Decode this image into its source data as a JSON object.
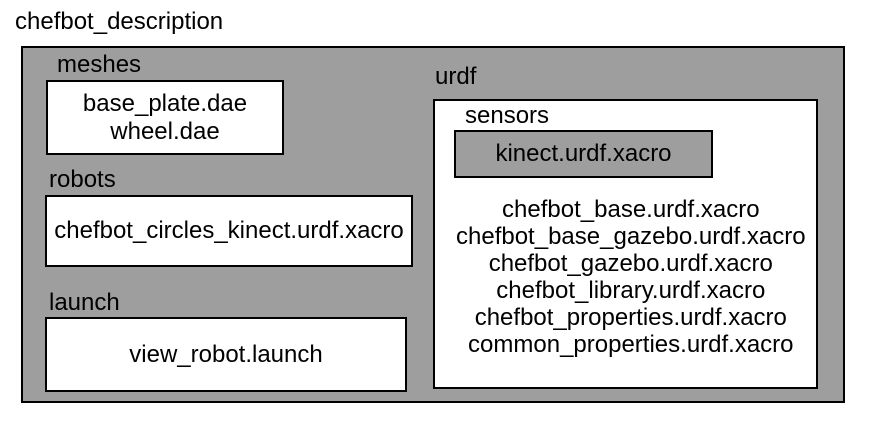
{
  "diagram": {
    "title": "chefbot_description",
    "folders": {
      "meshes": {
        "label": "meshes",
        "files": [
          "base_plate.dae",
          "wheel.dae"
        ]
      },
      "robots": {
        "label": "robots",
        "files": [
          "chefbot_circles_kinect.urdf.xacro"
        ]
      },
      "launch": {
        "label": "launch",
        "files": [
          "view_robot.launch"
        ]
      },
      "urdf": {
        "label": "urdf",
        "subfolders": {
          "sensors": {
            "label": "sensors",
            "files": [
              "kinect.urdf.xacro"
            ]
          }
        },
        "files": [
          "chefbot_base.urdf.xacro",
          "chefbot_base_gazebo.urdf.xacro",
          "chefbot_gazebo.urdf.xacro",
          "chefbot_library.urdf.xacro",
          "chefbot_properties.urdf.xacro",
          "common_properties.urdf.xacro"
        ]
      }
    },
    "colors": {
      "folder_gray": "#9e9e9e",
      "file_box_white": "#ffffff",
      "border_black": "#000000"
    }
  }
}
